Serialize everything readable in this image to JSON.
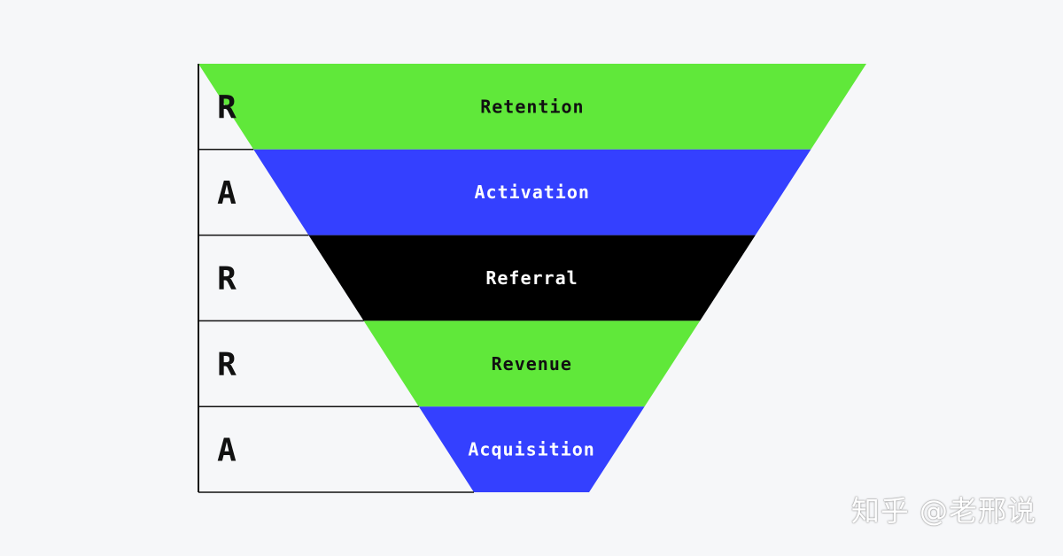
{
  "diagram": {
    "stages": [
      {
        "letter": "R",
        "label": "Retention",
        "color": "#60e83a",
        "text_color": "#111111"
      },
      {
        "letter": "A",
        "label": "Activation",
        "color": "#3440ff",
        "text_color": "#ffffff"
      },
      {
        "letter": "R",
        "label": "Referral",
        "color": "#000000",
        "text_color": "#ffffff"
      },
      {
        "letter": "R",
        "label": "Revenue",
        "color": "#60e83a",
        "text_color": "#111111"
      },
      {
        "letter": "A",
        "label": "Acquisition",
        "color": "#3440ff",
        "text_color": "#ffffff"
      }
    ]
  },
  "watermark": {
    "text": "知乎 @老邢说"
  }
}
